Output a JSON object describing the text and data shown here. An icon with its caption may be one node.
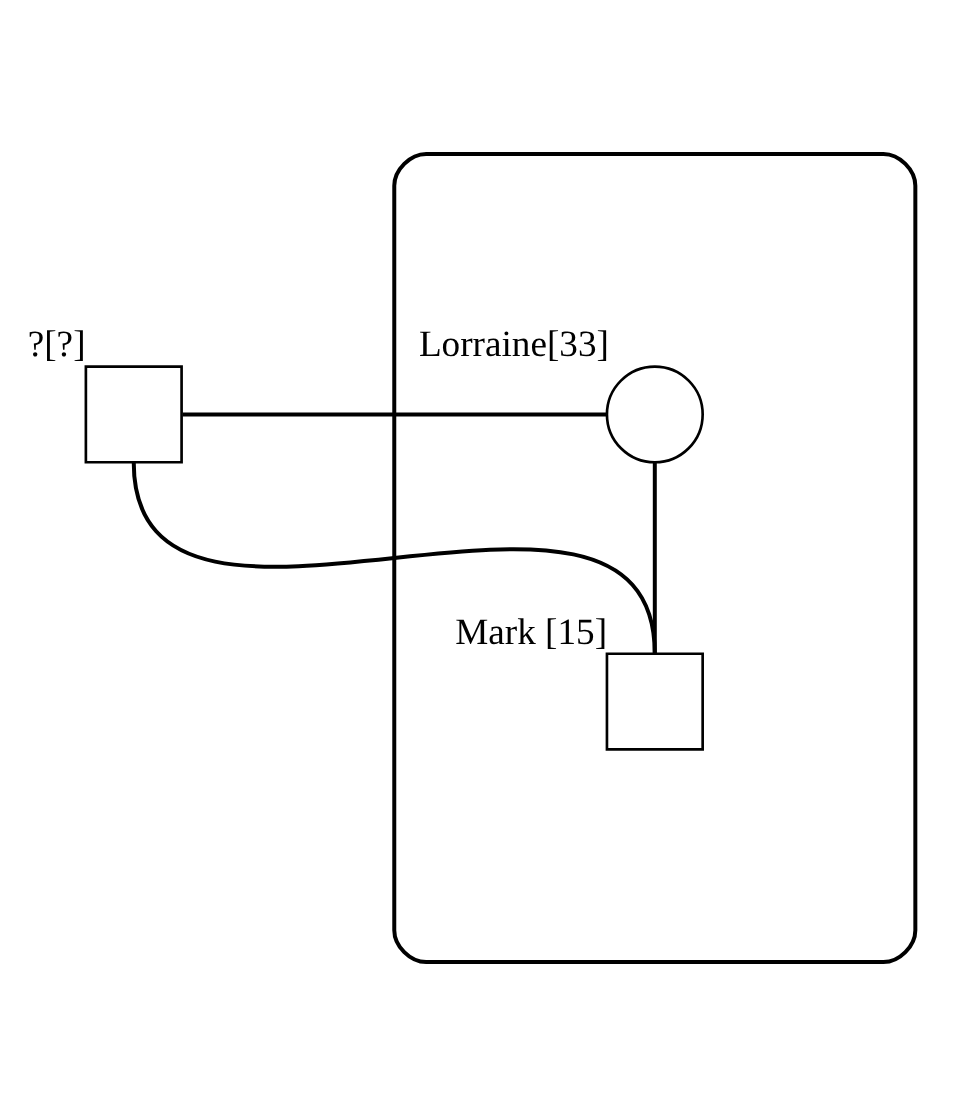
{
  "diagram": {
    "nodes": [
      {
        "text": [],
        "shape": "box",
        "beside": [
          "?[?]"
        ]
      },
      {
        "text": [],
        "shape": "ellipse"
      },
      {
        "text": [],
        "shape": "circle",
        "in": 1,
        "beside": [
          "Lorraine[33]"
        ]
      },
      {
        "text": [],
        "shape": "box",
        "in": 1,
        "beside": [
          "Mark [15]"
        ]
      }
    ],
    "edges": [
      {
        "from": 0,
        "to": 2,
        "arrow": "none"
      },
      {
        "from": 0,
        "to": 3,
        "arrow": "none"
      },
      {
        "from": 2,
        "to": 3,
        "arrow": "none"
      }
    ]
  }
}
